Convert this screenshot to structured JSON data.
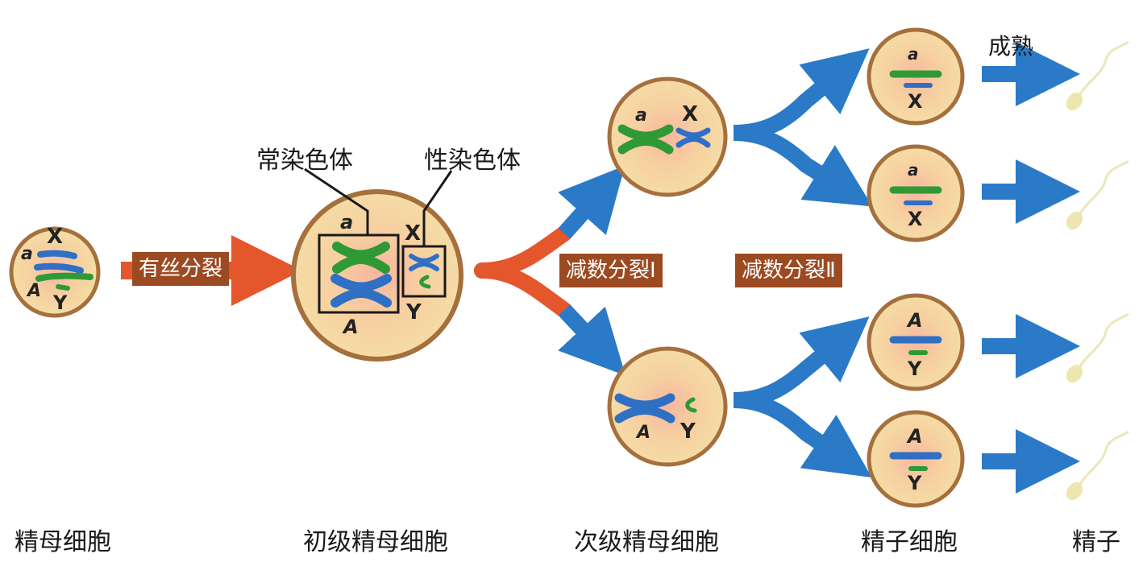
{
  "stages": {
    "s1": "精母细胞",
    "s2": "初级精母细胞",
    "s3": "次级精母细胞",
    "s4": "精子细胞",
    "s5": "精子"
  },
  "processes": {
    "mitosis": "有丝分裂",
    "meiosis1": "减数分裂Ⅰ",
    "meiosis2": "减数分裂Ⅱ",
    "maturation": "成熟"
  },
  "callouts": {
    "autosome": "常染色体",
    "sex_chromosome": "性染色体"
  },
  "gene_labels": {
    "a": "a",
    "A": "A",
    "X": "X",
    "Y": "Y"
  },
  "colors": {
    "cell_fill": "#f6d9a0",
    "cell_border": "#a5703c",
    "arrow_red": "#e4562c",
    "arrow_blue": "#2a7ac8",
    "autosome_green": "#2f9a35",
    "chromosome_blue": "#2f6fc4",
    "label_box": "#9c4a22"
  }
}
